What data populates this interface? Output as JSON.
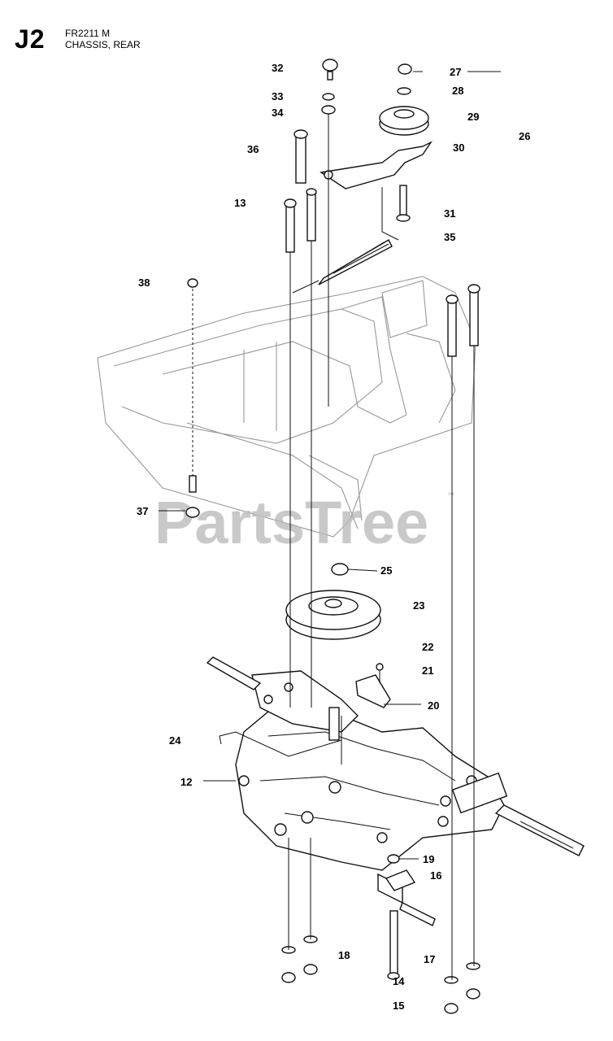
{
  "header": {
    "section_code": "J2",
    "model": "FR2211 M",
    "section_name": "CHASSIS, REAR"
  },
  "watermark": {
    "text": "PartsTree",
    "trademark": "™"
  },
  "callouts": [
    "12",
    "13",
    "14",
    "15",
    "16",
    "17",
    "18",
    "19",
    "20",
    "21",
    "22",
    "23",
    "24",
    "25",
    "26",
    "27",
    "28",
    "29",
    "30",
    "31",
    "32",
    "33",
    "34",
    "35",
    "36",
    "37",
    "38"
  ],
  "colors": {
    "ink": "#111111",
    "watermark": "#b8b8b8",
    "frame": "#999999"
  }
}
